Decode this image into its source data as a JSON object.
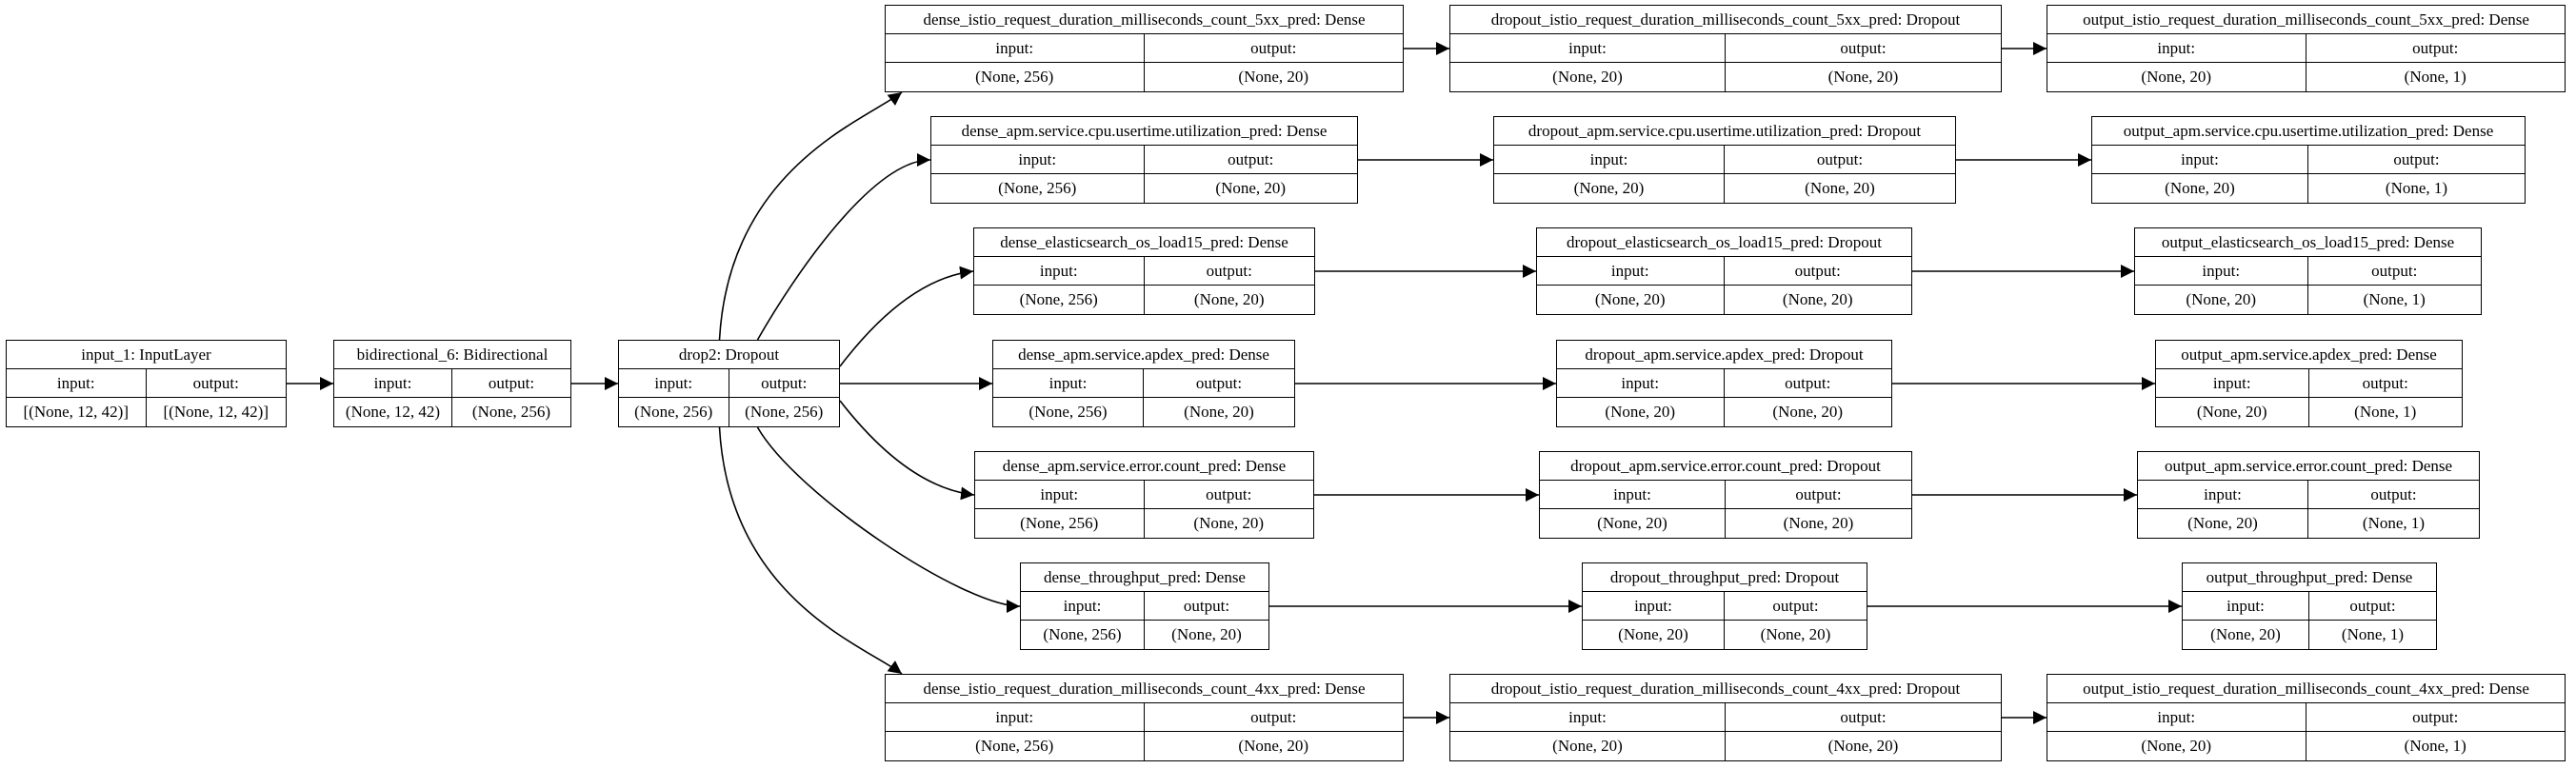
{
  "labels": {
    "input": "input:",
    "output": "output:"
  },
  "nodes": [
    {
      "id": "input_1",
      "title": "input_1: InputLayer",
      "input": "[(None, 12, 42)]",
      "output": "[(None, 12, 42)]"
    },
    {
      "id": "bidirectional_6",
      "title": "bidirectional_6: Bidirectional",
      "input": "(None, 12, 42)",
      "output": "(None, 256)"
    },
    {
      "id": "drop2",
      "title": "drop2: Dropout",
      "input": "(None, 256)",
      "output": "(None, 256)"
    },
    {
      "id": "dense_5xx",
      "title": "dense_istio_request_duration_milliseconds_count_5xx_pred: Dense",
      "input": "(None, 256)",
      "output": "(None, 20)"
    },
    {
      "id": "dense_cpu",
      "title": "dense_apm.service.cpu.usertime.utilization_pred: Dense",
      "input": "(None, 256)",
      "output": "(None, 20)"
    },
    {
      "id": "dense_es",
      "title": "dense_elasticsearch_os_load15_pred: Dense",
      "input": "(None, 256)",
      "output": "(None, 20)"
    },
    {
      "id": "dense_apdex",
      "title": "dense_apm.service.apdex_pred: Dense",
      "input": "(None, 256)",
      "output": "(None, 20)"
    },
    {
      "id": "dense_err",
      "title": "dense_apm.service.error.count_pred: Dense",
      "input": "(None, 256)",
      "output": "(None, 20)"
    },
    {
      "id": "dense_tp",
      "title": "dense_throughput_pred: Dense",
      "input": "(None, 256)",
      "output": "(None, 20)"
    },
    {
      "id": "dense_4xx",
      "title": "dense_istio_request_duration_milliseconds_count_4xx_pred: Dense",
      "input": "(None, 256)",
      "output": "(None, 20)"
    },
    {
      "id": "dropout_5xx",
      "title": "dropout_istio_request_duration_milliseconds_count_5xx_pred: Dropout",
      "input": "(None, 20)",
      "output": "(None, 20)"
    },
    {
      "id": "dropout_cpu",
      "title": "dropout_apm.service.cpu.usertime.utilization_pred: Dropout",
      "input": "(None, 20)",
      "output": "(None, 20)"
    },
    {
      "id": "dropout_es",
      "title": "dropout_elasticsearch_os_load15_pred: Dropout",
      "input": "(None, 20)",
      "output": "(None, 20)"
    },
    {
      "id": "dropout_apdex",
      "title": "dropout_apm.service.apdex_pred: Dropout",
      "input": "(None, 20)",
      "output": "(None, 20)"
    },
    {
      "id": "dropout_err",
      "title": "dropout_apm.service.error.count_pred: Dropout",
      "input": "(None, 20)",
      "output": "(None, 20)"
    },
    {
      "id": "dropout_tp",
      "title": "dropout_throughput_pred: Dropout",
      "input": "(None, 20)",
      "output": "(None, 20)"
    },
    {
      "id": "dropout_4xx",
      "title": "dropout_istio_request_duration_milliseconds_count_4xx_pred: Dropout",
      "input": "(None, 20)",
      "output": "(None, 20)"
    },
    {
      "id": "output_5xx",
      "title": "output_istio_request_duration_milliseconds_count_5xx_pred: Dense",
      "input": "(None, 20)",
      "output": "(None, 1)"
    },
    {
      "id": "output_cpu",
      "title": "output_apm.service.cpu.usertime.utilization_pred: Dense",
      "input": "(None, 20)",
      "output": "(None, 1)"
    },
    {
      "id": "output_es",
      "title": "output_elasticsearch_os_load15_pred: Dense",
      "input": "(None, 20)",
      "output": "(None, 1)"
    },
    {
      "id": "output_apdex",
      "title": "output_apm.service.apdex_pred: Dense",
      "input": "(None, 20)",
      "output": "(None, 1)"
    },
    {
      "id": "output_err",
      "title": "output_apm.service.error.count_pred: Dense",
      "input": "(None, 20)",
      "output": "(None, 1)"
    },
    {
      "id": "output_tp",
      "title": "output_throughput_pred: Dense",
      "input": "(None, 20)",
      "output": "(None, 1)"
    },
    {
      "id": "output_4xx",
      "title": "output_istio_request_duration_milliseconds_count_4xx_pred: Dense",
      "input": "(None, 20)",
      "output": "(None, 1)"
    }
  ],
  "edges": [
    [
      "input_1",
      "bidirectional_6"
    ],
    [
      "bidirectional_6",
      "drop2"
    ],
    [
      "drop2",
      "dense_5xx"
    ],
    [
      "drop2",
      "dense_cpu"
    ],
    [
      "drop2",
      "dense_es"
    ],
    [
      "drop2",
      "dense_apdex"
    ],
    [
      "drop2",
      "dense_err"
    ],
    [
      "drop2",
      "dense_tp"
    ],
    [
      "drop2",
      "dense_4xx"
    ],
    [
      "dense_5xx",
      "dropout_5xx"
    ],
    [
      "dense_cpu",
      "dropout_cpu"
    ],
    [
      "dense_es",
      "dropout_es"
    ],
    [
      "dense_apdex",
      "dropout_apdex"
    ],
    [
      "dense_err",
      "dropout_err"
    ],
    [
      "dense_tp",
      "dropout_tp"
    ],
    [
      "dense_4xx",
      "dropout_4xx"
    ],
    [
      "dropout_5xx",
      "output_5xx"
    ],
    [
      "dropout_cpu",
      "output_cpu"
    ],
    [
      "dropout_es",
      "output_es"
    ],
    [
      "dropout_apdex",
      "output_apdex"
    ],
    [
      "dropout_err",
      "output_err"
    ],
    [
      "dropout_tp",
      "output_tp"
    ],
    [
      "dropout_4xx",
      "output_4xx"
    ]
  ]
}
